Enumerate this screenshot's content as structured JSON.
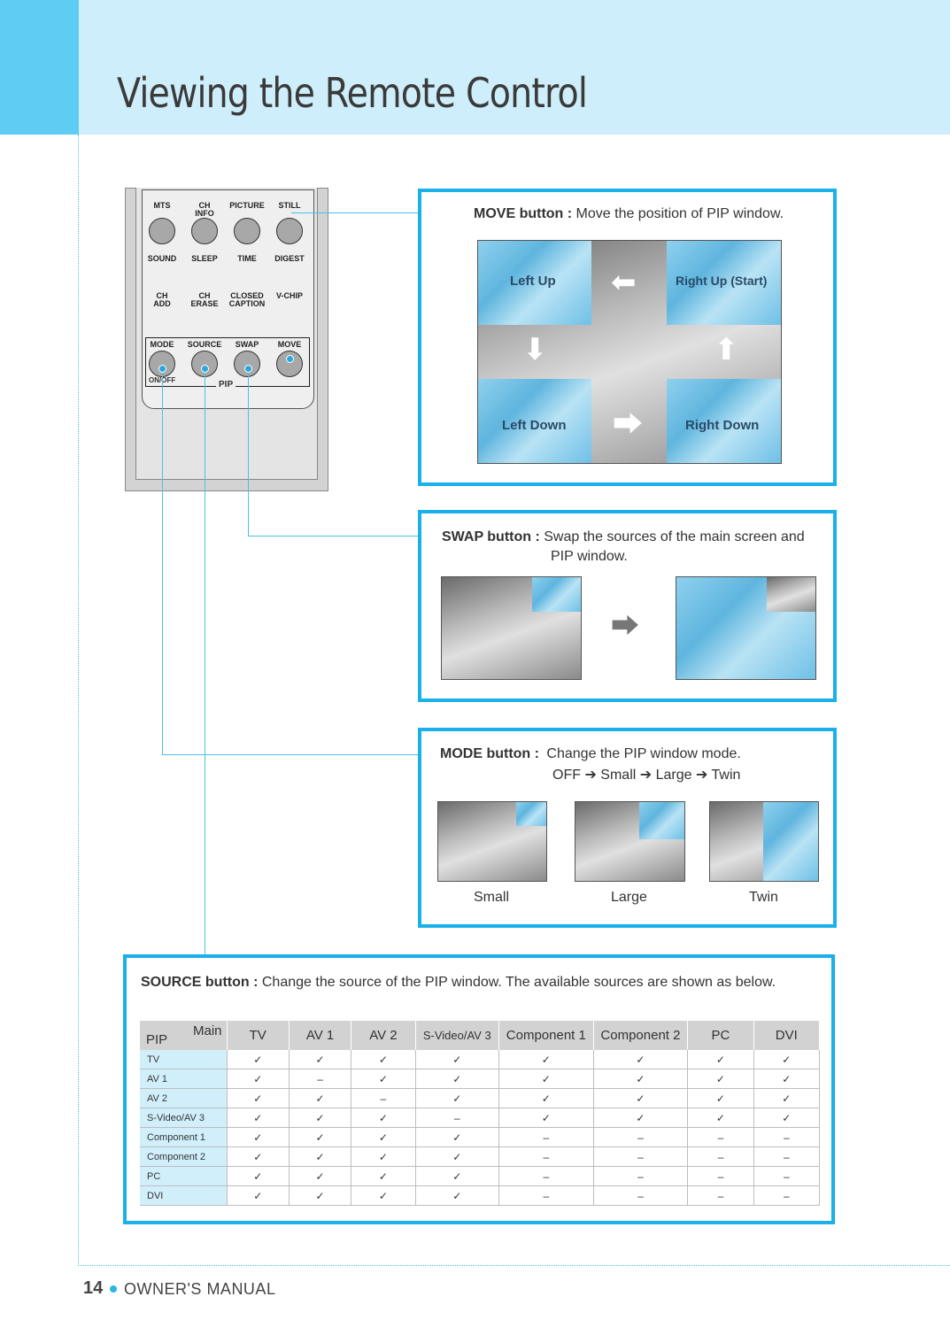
{
  "header": {
    "title": "Viewing the Remote Control"
  },
  "footer": {
    "page_number": "14",
    "label": "OWNER'S MANUAL"
  },
  "remote": {
    "row1": [
      "MTS",
      "CH\nINFO",
      "PICTURE",
      "STILL"
    ],
    "row2": [
      "SOUND",
      "SLEEP",
      "TIME",
      "DIGEST"
    ],
    "row3": [
      "CH\nADD",
      "CH\nERASE",
      "CLOSED\nCAPTION",
      "V-CHIP"
    ],
    "row4": [
      "MODE",
      "SOURCE",
      "SWAP",
      "MOVE"
    ],
    "on_off": "ON/OFF",
    "pip": "PIP"
  },
  "move": {
    "title": "MOVE button :",
    "desc": "Move the position of PIP window.",
    "left_up": "Left Up",
    "right_up": "Right Up (Start)",
    "left_down": "Left Down",
    "right_down": "Right Down"
  },
  "swap": {
    "title": "SWAP button :",
    "desc_line1": "Swap the sources of the main screen and",
    "desc_line2": "PIP window."
  },
  "mode": {
    "title": "MODE button :",
    "desc_line1": "Change the PIP window  mode.",
    "desc_line2": "OFF ➔ Small ➔ Large ➔ Twin",
    "captions": [
      "Small",
      "Large",
      "Twin"
    ]
  },
  "source": {
    "title": "SOURCE button :",
    "desc": "Change the source of the PIP window. The available sources are shown as below.",
    "corner_main": "Main",
    "corner_pip": "PIP",
    "columns": [
      "TV",
      "AV 1",
      "AV 2",
      "S-Video/AV 3",
      "Component 1",
      "Component 2",
      "PC",
      "DVI"
    ],
    "rows": [
      {
        "label": "TV",
        "cells": [
          "✓",
          "✓",
          "✓",
          "✓",
          "✓",
          "✓",
          "✓",
          "✓"
        ]
      },
      {
        "label": "AV 1",
        "cells": [
          "✓",
          "–",
          "✓",
          "✓",
          "✓",
          "✓",
          "✓",
          "✓"
        ]
      },
      {
        "label": "AV 2",
        "cells": [
          "✓",
          "✓",
          "–",
          "✓",
          "✓",
          "✓",
          "✓",
          "✓"
        ]
      },
      {
        "label": "S-Video/AV 3",
        "cells": [
          "✓",
          "✓",
          "✓",
          "–",
          "✓",
          "✓",
          "✓",
          "✓"
        ]
      },
      {
        "label": "Component 1",
        "cells": [
          "✓",
          "✓",
          "✓",
          "✓",
          "–",
          "–",
          "–",
          "–"
        ]
      },
      {
        "label": "Component 2",
        "cells": [
          "✓",
          "✓",
          "✓",
          "✓",
          "–",
          "–",
          "–",
          "–"
        ]
      },
      {
        "label": "PC",
        "cells": [
          "✓",
          "✓",
          "✓",
          "✓",
          "–",
          "–",
          "–",
          "–"
        ]
      },
      {
        "label": "DVI",
        "cells": [
          "✓",
          "✓",
          "✓",
          "✓",
          "–",
          "–",
          "–",
          "–"
        ]
      }
    ]
  },
  "colors": {
    "accent": "#1ab0ea",
    "header_band": "#cdeefa",
    "header_tab": "#5fcdf3"
  }
}
